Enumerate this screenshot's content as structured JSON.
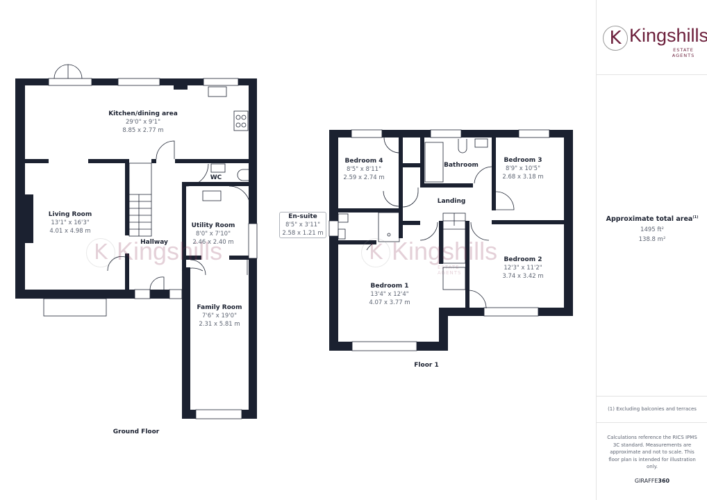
{
  "brand": {
    "name": "Kingshills",
    "initial": "K",
    "tagline": "ESTATE AGENTS",
    "color": "#6b1e3a"
  },
  "wall_color": "#1b2130",
  "ground_floor": {
    "label": "Ground Floor",
    "rooms": [
      {
        "name": "Kitchen/dining area",
        "imperial": "29'0\" x 9'1\"",
        "metric": "8.85 x 2.77 m"
      },
      {
        "name": "Living Room",
        "imperial": "13'1\" x 16'3\"",
        "metric": "4.01 x 4.98 m"
      },
      {
        "name": "WC"
      },
      {
        "name": "Utility Room",
        "imperial": "8'0\" x 7'10\"",
        "metric": "2.46 x 2.40 m"
      },
      {
        "name": "Hallway"
      },
      {
        "name": "Family Room",
        "imperial": "7'6\" x 19'0\"",
        "metric": "2.31 x 5.81 m"
      }
    ]
  },
  "floor_1": {
    "label": "Floor 1",
    "rooms": [
      {
        "name": "Bedroom 4",
        "imperial": "8'5\" x 8'11\"",
        "metric": "2.59 x 2.74 m"
      },
      {
        "name": "Bathroom"
      },
      {
        "name": "Bedroom 3",
        "imperial": "8'9\" x 10'5\"",
        "metric": "2.68 x 3.18 m"
      },
      {
        "name": "Landing"
      },
      {
        "name": "En-suite",
        "imperial": "8'5\" x 3'11\"",
        "metric": "2.58 x 1.21 m"
      },
      {
        "name": "Bedroom 1",
        "imperial": "13'4\" x 12'4\"",
        "metric": "4.07 x 3.77 m"
      },
      {
        "name": "Bedroom 2",
        "imperial": "12'3\" x 11'2\"",
        "metric": "3.74 x 3.42 m"
      }
    ]
  },
  "sidebar": {
    "area_title": "Approximate total area",
    "area_note_marker": "(1)",
    "area_sqft": "1495 ft²",
    "area_sqm": "138.8 m²",
    "footnote": "(1) Excluding balconies and terraces",
    "disclaimer": "Calculations reference the RICS IPMS 3C standard. Measurements are approximate and not to scale. This floor plan is intended for illustration only.",
    "credit_a": "GIRAFFE",
    "credit_b": "360"
  }
}
